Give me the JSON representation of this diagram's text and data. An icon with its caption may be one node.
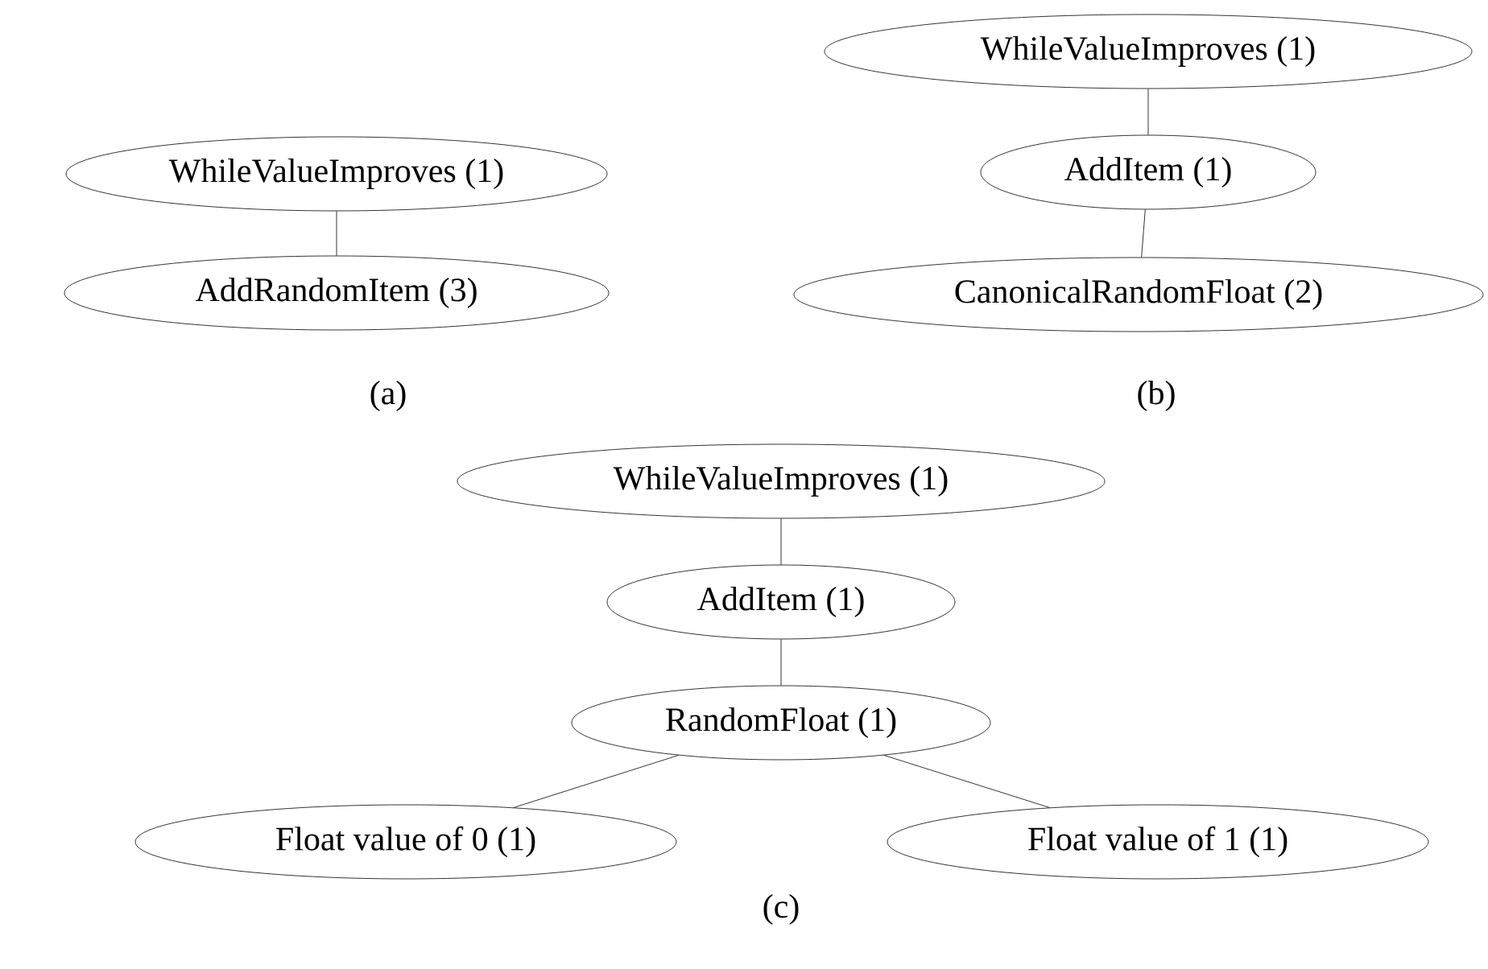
{
  "diagram": {
    "nodes": [
      {
        "text": [
          "WhileValueImproves (1)"
        ]
      },
      {
        "text": [
          "AddRandomItem (3)"
        ]
      },
      {
        "text": [
          "WhileValueImproves (1)"
        ]
      },
      {
        "text": [
          "AddItem (1)"
        ]
      },
      {
        "text": [
          "CanonicalRandomFloat (2)"
        ]
      },
      {
        "text": [
          "WhileValueImproves (1)"
        ]
      },
      {
        "text": [
          "AddItem (1)"
        ]
      },
      {
        "text": [
          "RandomFloat (1)"
        ]
      },
      {
        "text": [
          "Float value of 0 (1)"
        ]
      },
      {
        "text": [
          "Float value of 1 (1)"
        ]
      }
    ],
    "edges": [
      {
        "from": 0,
        "to": 1,
        "arrow": "none"
      },
      {
        "from": 2,
        "to": 3,
        "arrow": "none"
      },
      {
        "from": 3,
        "to": 4,
        "arrow": "none"
      },
      {
        "from": 5,
        "to": 6,
        "arrow": "none"
      },
      {
        "from": 6,
        "to": 7,
        "arrow": "none"
      },
      {
        "from": 7,
        "to": 8,
        "arrow": "none"
      },
      {
        "from": 7,
        "to": 9,
        "arrow": "none"
      }
    ],
    "labels": [
      "(a)",
      "(b)",
      "(c)"
    ]
  }
}
